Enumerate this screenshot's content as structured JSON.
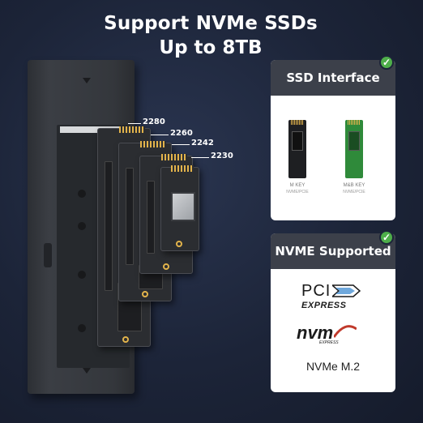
{
  "headline": {
    "line1": "Support NVMe SSDs",
    "line2": "Up to 8TB"
  },
  "ssd_sizes": [
    "2280",
    "2260",
    "2242",
    "2230"
  ],
  "panel_interface": {
    "title": "SSD Interface",
    "mkey_label": "M KEY",
    "mkey_sub": "NVME/PCIE",
    "mbkey_label": "M&B KEY",
    "mbkey_sub": "NVME/PCIE"
  },
  "panel_nvme": {
    "title": "NVME Supported",
    "pci_text": "PCI",
    "express_text": "EXPRESS",
    "nvm_text": "nvm",
    "nvm_express_text": "EXPRESS",
    "nvme_m2": "NVMe M.2"
  },
  "colors": {
    "background": "#1c2438",
    "panel_header": "#3c404a",
    "check_green": "#4eae4a",
    "gold_pins": "#e2b34b"
  }
}
